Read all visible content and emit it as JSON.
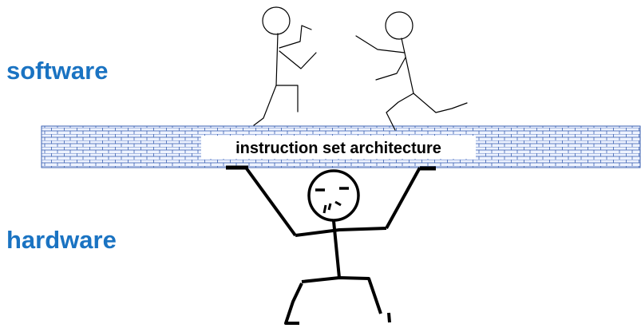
{
  "labels": {
    "software": "software",
    "hardware": "hardware",
    "isa": "instruction set architecture"
  },
  "colors": {
    "label_blue": "#1a73c2",
    "brick_fill": "#eef3ff",
    "brick_line": "#3a5fb0",
    "figure_stroke": "#000000"
  },
  "icons": {
    "software_figures": "running-stick-figure",
    "hardware_figure": "lifting-stick-figure",
    "bar": "brick-wall-bar"
  }
}
